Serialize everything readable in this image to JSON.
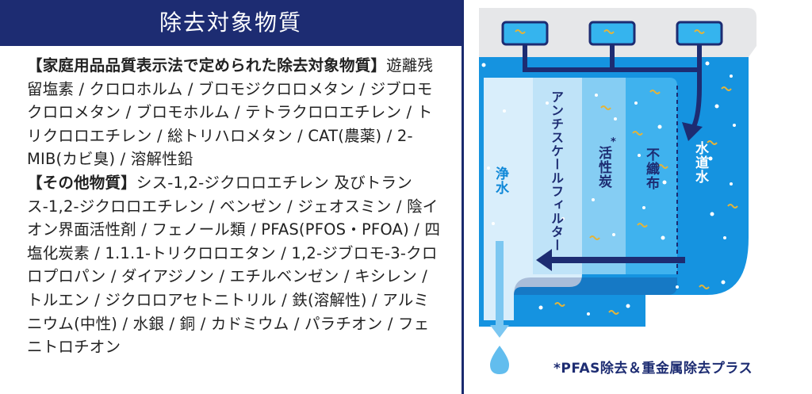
{
  "panel": {
    "title": "除去対象物質",
    "section1_heading": "【家庭用品品質表示法で定められた除去対象物質】",
    "section1_text": "遊離残留塩素 / クロロホルム / ブロモジクロロメタン / ジブロモクロロメタン / ブロモホルム / テトラクロロエチレン / トリクロロエチレン / 総トリハロメタン / CAT(農薬) / 2-MIB(カビ臭) / 溶解性鉛",
    "section2_heading": "【その他物質】",
    "section2_text": "シス-1,2-ジクロロエチレン 及びトランス-1,2-ジクロロエチレン / ベンゼン / ジェオスミン / 陰イオン界面活性剤 / フェノール類 / PFAS(PFOS・PFOA) / 四塩化炭素 / 1.1.1-トリクロロエタン / 1,2-ジブロモ-3-クロロプロパン / ダイアジノン / エチルベンゼン / キシレン / トルエン / ジクロロアセトニトリル / 鉄(溶解性) / アルミニウム(中性) / 水銀 / 銅 / カドミウム / パラチオン / フェニトロチオン"
  },
  "diagram": {
    "labels": {
      "tap_water": "水道水",
      "non_woven": "不織布",
      "activated_carbon": "活性炭",
      "carbon_mark": "*",
      "anti_scale": "アンチスケールフィルター",
      "clean_water": "浄水"
    },
    "footnote": "*PFAS除去＆重金属除去プラス",
    "colors": {
      "navy": "#1d2c72",
      "blue": "#1593e0",
      "sky": "#35b4ee",
      "pale": "#d9eefb",
      "gold": "#e3b43a"
    }
  }
}
